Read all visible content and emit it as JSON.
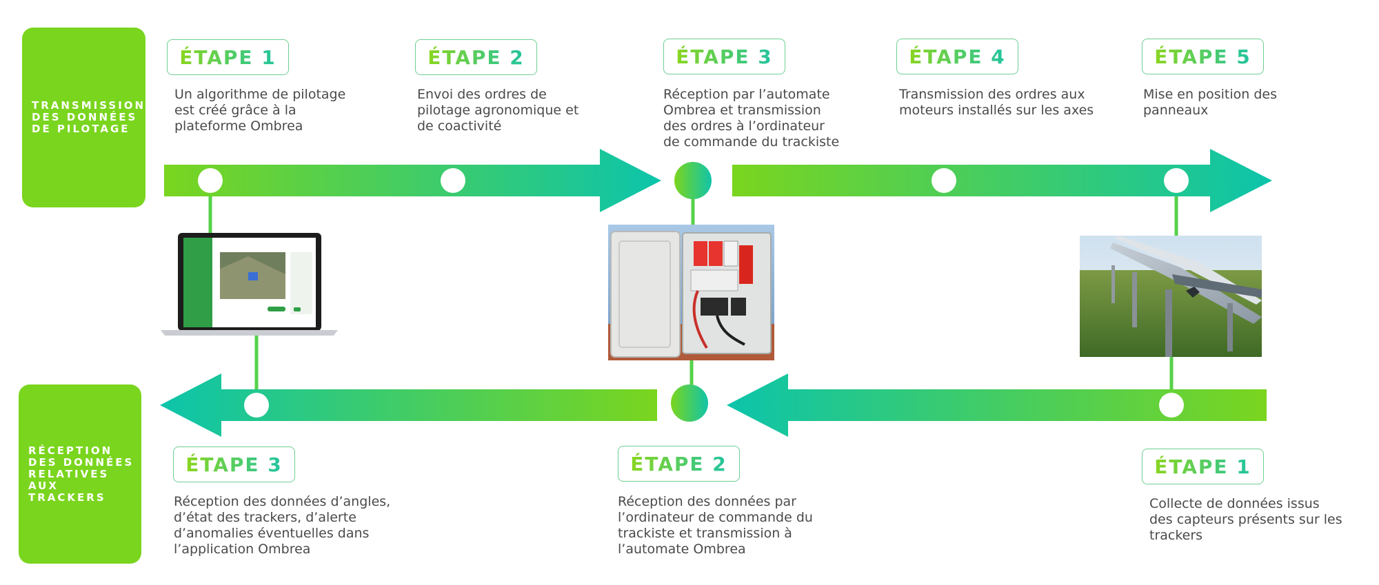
{
  "side_labels": {
    "top": [
      "TRANSMISSION",
      "DES DONNÉES",
      "DE PILOTAGE"
    ],
    "bottom": [
      "RÉCEPTION",
      "DES DONNÉES",
      "RELATIVES",
      "AUX TRACKERS"
    ]
  },
  "top_steps": [
    {
      "label": "ÉTAPE 1",
      "desc": [
        "Un algorithme de pilotage",
        "est créé grâce à la",
        "plateforme Ombrea"
      ]
    },
    {
      "label": "ÉTAPE 2",
      "desc": [
        "Envoi des ordres de",
        "pilotage agronomique et",
        "de coactivité"
      ]
    },
    {
      "label": "ÉTAPE 3",
      "desc": [
        "Réception par l’automate",
        "Ombrea et transmission",
        "des ordres à l’ordinateur",
        "de commande du trackiste"
      ]
    },
    {
      "label": "ÉTAPE 4",
      "desc": [
        "Transmission des ordres aux",
        "moteurs installés sur les axes"
      ]
    },
    {
      "label": "ÉTAPE 5",
      "desc": [
        "Mise en position des",
        "panneaux"
      ]
    }
  ],
  "bottom_steps": [
    {
      "label": "ÉTAPE 3",
      "desc": [
        "Réception des données d’angles,",
        "d’état des trackers, d’alerte",
        "d’anomalies éventuelles dans",
        "l’application Ombrea"
      ]
    },
    {
      "label": "ÉTAPE 2",
      "desc": [
        "Réception des données par",
        "l’ordinateur de commande du",
        "trackiste et transmission à",
        "l’automate Ombrea"
      ]
    },
    {
      "label": "ÉTAPE 1",
      "desc": [
        "Collecte de données issus",
        "des capteurs présents sur les",
        "trackers"
      ]
    }
  ],
  "colors": {
    "green": "#7ad51e",
    "teal": "#14c3a6",
    "border": "#6ccf92",
    "text": "#4a4a4a"
  },
  "illustrations": {
    "laptop": "laptop-screenshot-illustration",
    "box": "electrical-cabinet-photo",
    "panels": "solar-trackers-photo"
  }
}
